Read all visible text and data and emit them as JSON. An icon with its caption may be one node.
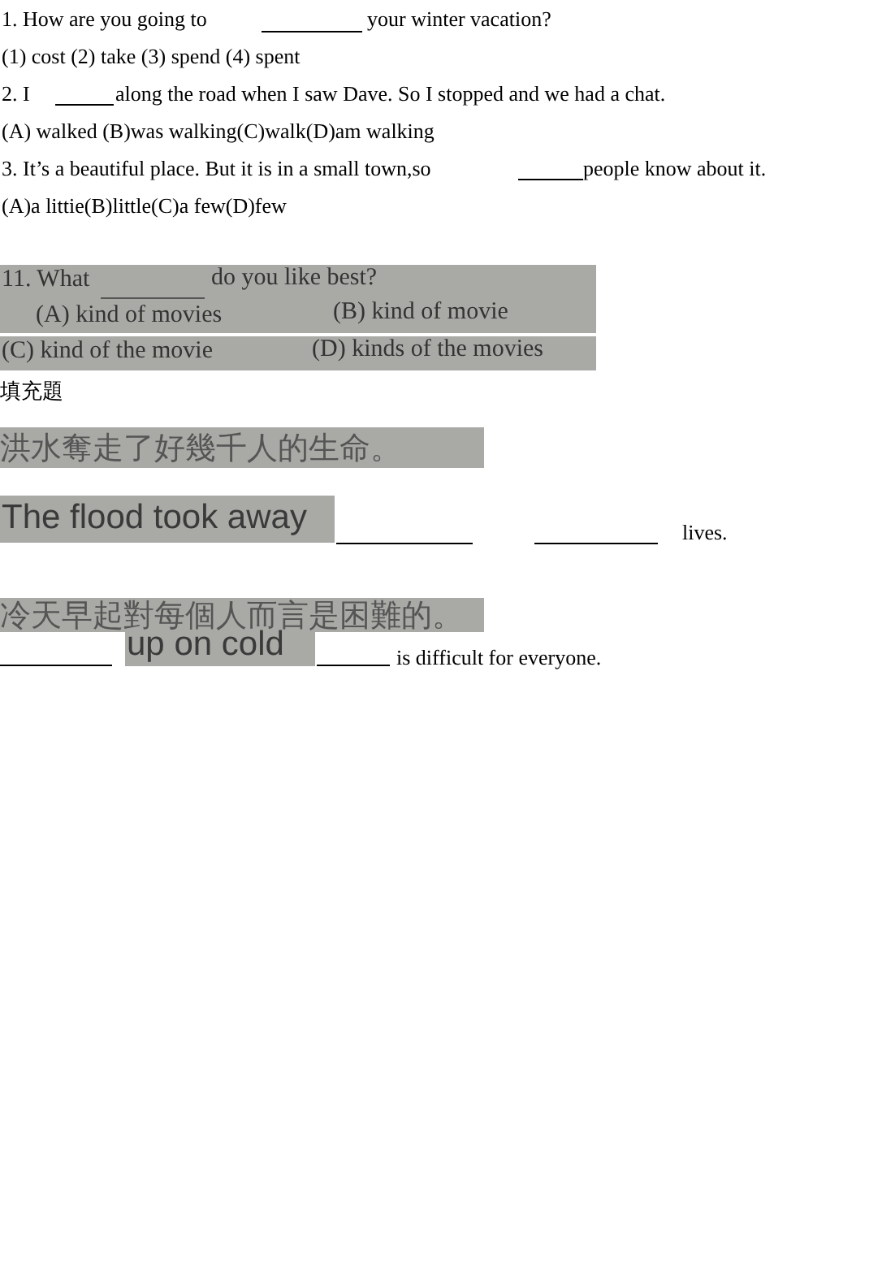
{
  "diagram": {
    "labels": [
      "1.  How are you going to",
      "your winter vacation?",
      "(1) cost (2) take (3) spend (4) spent",
      "2.  I",
      "along the road when I saw Dave. So I stopped and we had a chat.",
      "(A) walked (B)was walking(C)walk(D)am walking",
      "3.  It’s a beautiful place. But it is in a small town,so",
      "people know about it.",
      "(A)a littie(B)little(C)a few(D)few",
      "11. What",
      "do you like best?",
      "(A) kind of movies",
      "(B) kind of movie",
      "(C) kind of the movie",
      "(D) kinds of the movies",
      "填充題",
      "洪水奪走了好幾千人的生命。",
      "The flood took away",
      "lives.",
      "冷天早起對每個人而言是困難的。",
      "up on cold",
      "is difficult for everyone."
    ]
  }
}
